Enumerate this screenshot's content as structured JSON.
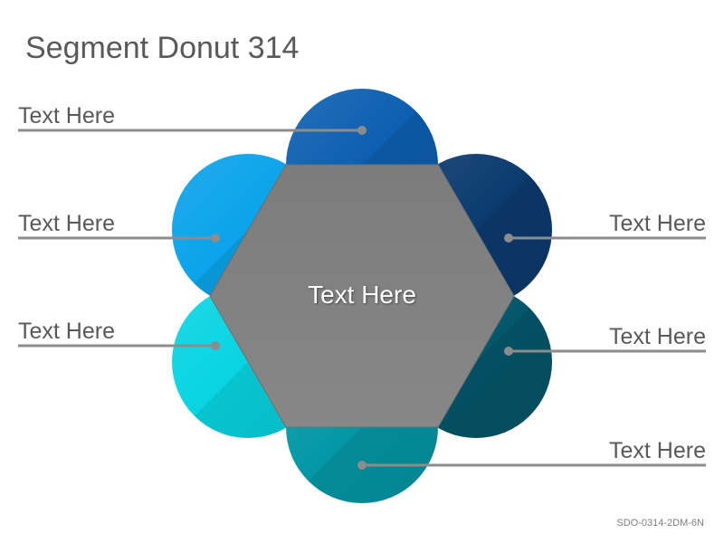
{
  "title": "Segment Donut 314",
  "center": {
    "label": "Text Here",
    "color": "#7f7f7f"
  },
  "segments": [
    {
      "label": "Text Here",
      "color": "#0d5fb1",
      "position": "top"
    },
    {
      "label": "Text Here",
      "color": "#0b3a6e",
      "position": "upper-right"
    },
    {
      "label": "Text Here",
      "color": "#04566a",
      "position": "lower-right"
    },
    {
      "label": "Text Here",
      "color": "#0397a6",
      "position": "bottom"
    },
    {
      "label": "Text Here",
      "color": "#08d4e2",
      "position": "lower-left"
    },
    {
      "label": "Text Here",
      "color": "#0aa3ea",
      "position": "upper-left"
    }
  ],
  "footer_code": "SDO-0314-2DM-6N"
}
